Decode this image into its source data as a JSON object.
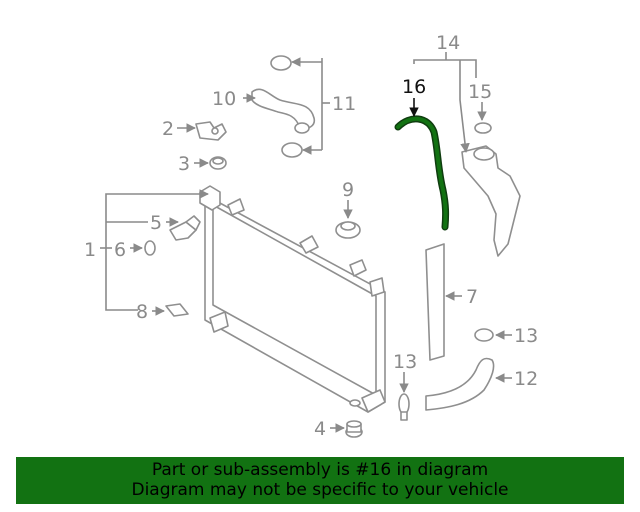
{
  "callouts": {
    "c1": "1",
    "c2": "2",
    "c3": "3",
    "c4": "4",
    "c5": "5",
    "c6": "6",
    "c7": "7",
    "c8": "8",
    "c9": "9",
    "c10": "10",
    "c11": "11",
    "c12": "12",
    "c13a": "13",
    "c13b": "13",
    "c14": "14",
    "c15": "15",
    "c16": "16"
  },
  "highlight": {
    "part": "16",
    "color": "#127212"
  },
  "banner": {
    "background": "#127212",
    "line1": "Part or sub-assembly is #16 in diagram",
    "line2": "Diagram may not be specific to your vehicle"
  }
}
